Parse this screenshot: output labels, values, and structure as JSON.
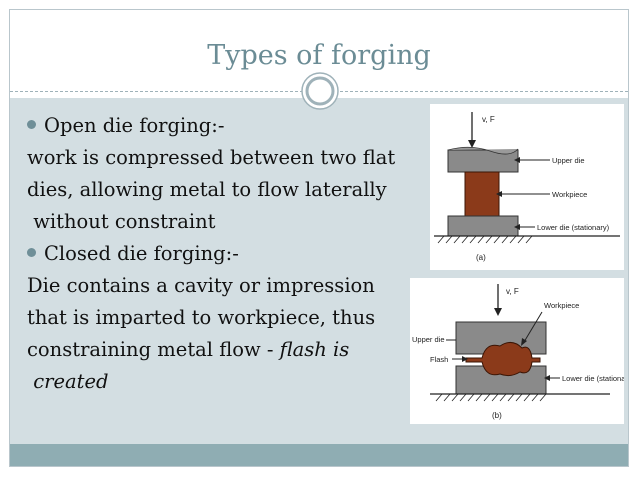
{
  "slide": {
    "title": "Types of forging",
    "bullets": [
      {
        "heading": "Open die forging:-",
        "lines": [
          "work is compressed between two flat",
          "dies, allowing metal to flow laterally",
          " without constraint"
        ]
      },
      {
        "heading": "Closed die forging:-",
        "lines": [
          "Die contains a cavity or impression",
          "that is imparted to workpiece, thus",
          "constraining metal flow - "
        ],
        "italic_tail": "flash is",
        "italic_last": " created"
      }
    ]
  },
  "figure_a": {
    "force_label": "v, F",
    "upper_die": "Upper die",
    "workpiece": "Workpiece",
    "lower_die": "Lower die (stationary)",
    "caption": "(a)"
  },
  "figure_b": {
    "force_label": "v, F",
    "workpiece": "Workpiece",
    "upper_die": "Upper die",
    "flash": "Flash",
    "lower_die": "Lower die (stationary)",
    "caption": "(b)"
  },
  "colors": {
    "title": "#6b8c95",
    "content_bg": "#d3dee2",
    "bottom_bar": "#8fadb3",
    "die_gray": "#8a8a8a",
    "workpiece": "#8b3a1a"
  }
}
